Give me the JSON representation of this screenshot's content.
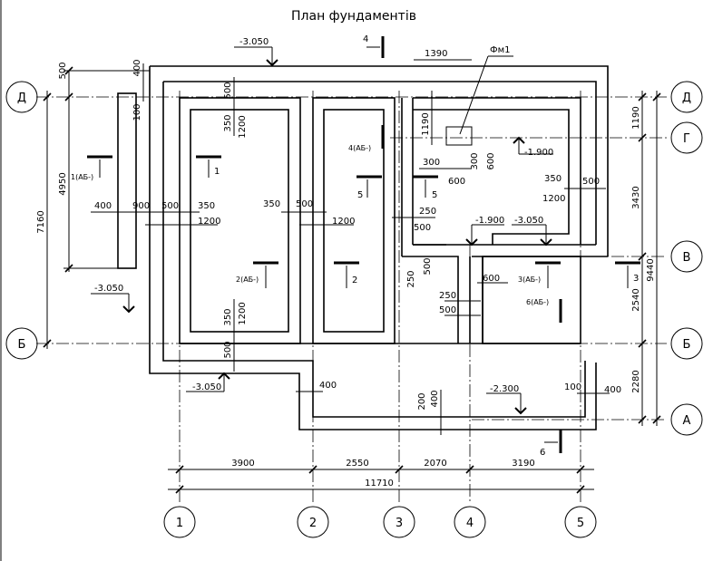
{
  "title": "План фундаментів",
  "axes_letters": [
    "Д",
    "Г",
    "В",
    "Б",
    "А"
  ],
  "axes_numbers": [
    "1",
    "2",
    "3",
    "4",
    "5"
  ],
  "dims_bottom": [
    "3900",
    "2550",
    "2070",
    "3190"
  ],
  "dim_total": "11710",
  "dims_right": [
    "1190",
    "3430",
    "2540",
    "2280"
  ],
  "dim_right_total": "9440",
  "dim_left_total": "7160",
  "dim_left_4950": "4950",
  "dim_left_500": "500",
  "levels": [
    "-3.050",
    "-3.050",
    "-3.050",
    "-1.900",
    "-1.900",
    "-3.050",
    "-2.300"
  ],
  "sections": [
    "4",
    "1(АБ-)",
    "1",
    "4(АБ-)",
    "5",
    "5",
    "2(АБ-)",
    "2",
    "3(АБ-)",
    "3",
    "6(АБ-)",
    "6"
  ],
  "marks": [
    "Фм1"
  ],
  "dims_misc": [
    "400",
    "100",
    "500",
    "350",
    "1200",
    "400",
    "900",
    "500",
    "350",
    "1200",
    "350",
    "500",
    "1200",
    "350",
    "1200",
    "500",
    "1390",
    "1190",
    "300",
    "300",
    "600",
    "600",
    "350",
    "500",
    "1200",
    "250",
    "500",
    "250",
    "500",
    "600",
    "250",
    "500",
    "400",
    "200",
    "400",
    "100",
    "400"
  ]
}
